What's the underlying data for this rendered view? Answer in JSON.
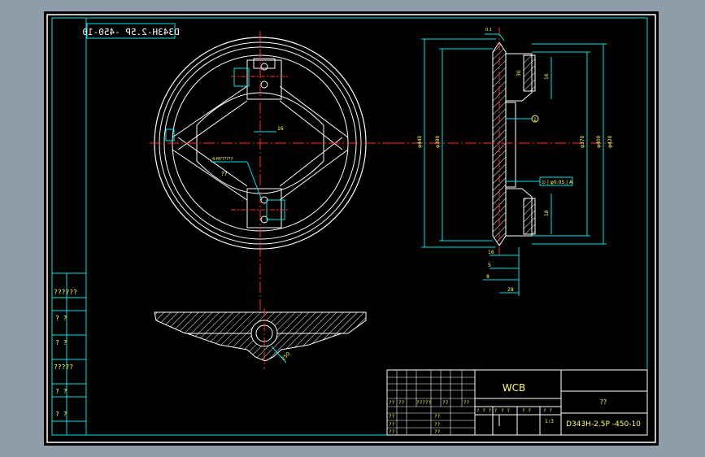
{
  "drawing": {
    "corner_code": "D343H-2.5P -450-10",
    "material": "WCB",
    "part_name": "??",
    "drawing_number": "D343H-2.5P -450-10",
    "scale": "1:3"
  },
  "left_labels": [
    "??????",
    "? ?",
    "? ?",
    "?????",
    "? ?",
    "? ?"
  ],
  "title_block_cells": {
    "row_a": [
      "??",
      "??",
      "?????",
      "??",
      "??"
    ],
    "row_b": [
      "??",
      "??"
    ],
    "row_c": [
      "??",
      "??"
    ],
    "row_d": [
      "??",
      "??"
    ],
    "mid": [
      "? ? ? ?",
      "? ?",
      "? ?",
      "? ?"
    ]
  },
  "annotations": {
    "front_dim_mid": "16",
    "front_note": "4-M??????",
    "front_note_sub": "??",
    "section_dim": "250",
    "side_dims": [
      "φ440",
      "φ380",
      "φ370",
      "φ400",
      "φ420"
    ],
    "side_dims_small": [
      "16",
      "18",
      "30",
      "8",
      "16",
      "5",
      "28"
    ],
    "side_balloon": "1",
    "tolerance_box": "⊙ | φ0.05 | A",
    "datum": "A",
    "top_mark": "0.1"
  }
}
